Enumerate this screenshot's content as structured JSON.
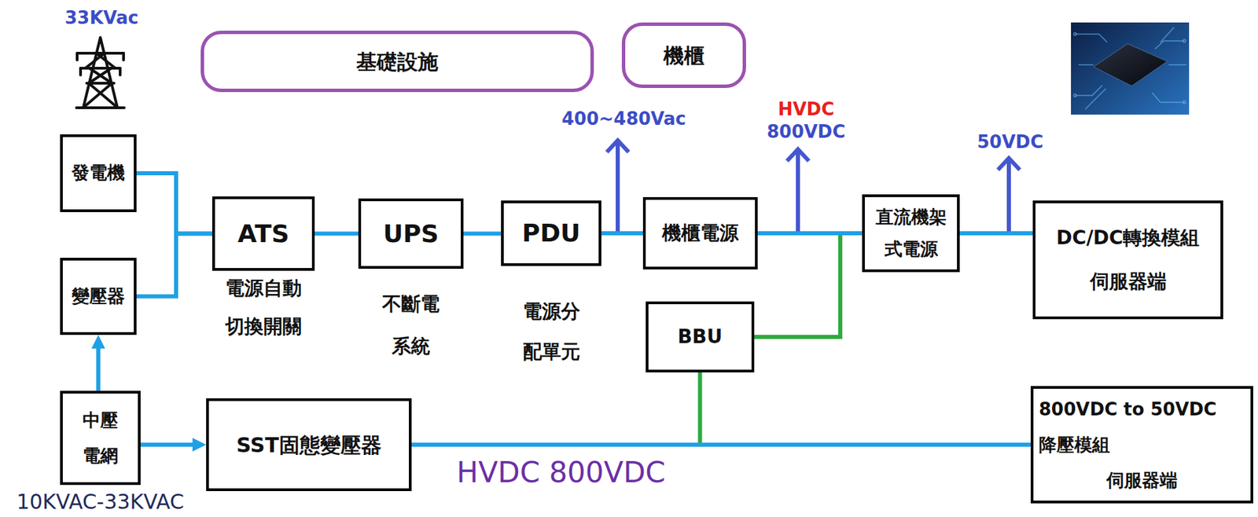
{
  "diagram": {
    "nodes": [
      {
        "text": [
          "基礎設施"
        ]
      },
      {
        "text": [
          "機櫃"
        ]
      },
      {
        "text": [
          "發電機"
        ]
      },
      {
        "text": [
          "變壓器"
        ]
      },
      {
        "text": [
          "中壓 電網"
        ]
      },
      {
        "text": [
          "ATS",
          "電源自動 切換開關"
        ]
      },
      {
        "text": [
          "UPS",
          "不斷電 系統"
        ]
      },
      {
        "text": [
          "PDU",
          "電源分 配單元"
        ]
      },
      {
        "text": [
          "機櫃電源"
        ]
      },
      {
        "text": [
          "BBU"
        ]
      },
      {
        "text": [
          "直流機架 式電源"
        ]
      },
      {
        "text": [
          "DC/DC轉換模組",
          "伺服器端"
        ]
      },
      {
        "text": [
          "SST固態變壓器"
        ]
      },
      {
        "text": [
          "800VDC to 50VDC",
          "降壓模組",
          "伺服器端"
        ]
      }
    ],
    "edges": [
      {
        "from": 2,
        "to": 5,
        "arrow": "none"
      },
      {
        "from": 3,
        "to": 5,
        "arrow": "none"
      },
      {
        "from": 4,
        "to": 3,
        "arrow": "to"
      },
      {
        "from": 4,
        "to": 12,
        "arrow": "to"
      },
      {
        "from": 5,
        "to": 6,
        "arrow": "none"
      },
      {
        "from": 6,
        "to": 7,
        "arrow": "none"
      },
      {
        "from": 7,
        "to": 8,
        "arrow": "none"
      },
      {
        "from": 8,
        "to": 10,
        "arrow": "none"
      },
      {
        "from": 10,
        "to": 11,
        "arrow": "none"
      },
      {
        "from": 9,
        "to": 10,
        "arrow": "none"
      },
      {
        "from": 9,
        "to": 13,
        "arrow": "none"
      },
      {
        "from": 12,
        "to": 13,
        "arrow": "none"
      }
    ],
    "labels": [
      "33KVac",
      "400~480Vac",
      "HVDC",
      "800VDC",
      "50VDC",
      "HVDC 800VDC",
      "10KVAC-33KVAC"
    ]
  }
}
